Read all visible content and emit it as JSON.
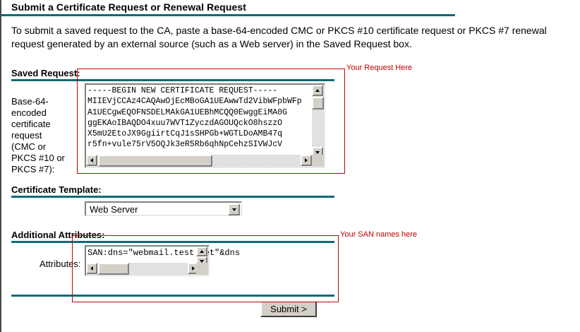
{
  "page": {
    "title": "Submit a Certificate Request or Renewal Request",
    "intro": "To submit a saved request to the CA, paste a base-64-encoded CMC or PKCS #10 certificate request or PKCS #7 renewal request generated by an external source (such as a Web server) in the Saved Request box."
  },
  "saved_request": {
    "section_title": "Saved Request:",
    "field_label": "Base-64-encoded\ncertificate request\n(CMC or\nPKCS #10 or\nPKCS #7):",
    "value": "-----BEGIN NEW CERTIFICATE REQUEST-----\nMIIEVjCCAz4CAQAwOjEcMBoGA1UEAwwTd2VibWFpbWFp\nA1UECgwEQOFNSDELMAkGA1UEBhMCQQ0EwggEiMA0G\nggEKAoIBAQDO4xuu7WVT1ZyczdAGOUQckO8hszzO\nX5mU2EtoJX9GgiirtCqJ1sSHPGb+WGTLDoAMB47q\nr5fn+vule75rV5OQJk3eR5Rb6qhNpCehzSIVWJcV",
    "scroll": {
      "v_thumb_label": "vertical-scroll-thumb",
      "h_thumb_label": "horizontal-scroll-thumb"
    }
  },
  "certificate_template": {
    "section_title": "Certificate Template:",
    "selected": "Web Server"
  },
  "additional_attributes": {
    "section_title": "Additional Attributes:",
    "field_label": "Attributes:",
    "value": "SAN:dns=\"webmail.test.net\"&dns"
  },
  "submit": {
    "label": "Submit >"
  },
  "annotations": [
    {
      "label": "Your Request Here"
    },
    {
      "label": "Your SAN names here"
    }
  ],
  "colors": {
    "accent_rule": "#0f6b75",
    "annotation": "#c00000",
    "control_face": "#d4d0c8"
  }
}
